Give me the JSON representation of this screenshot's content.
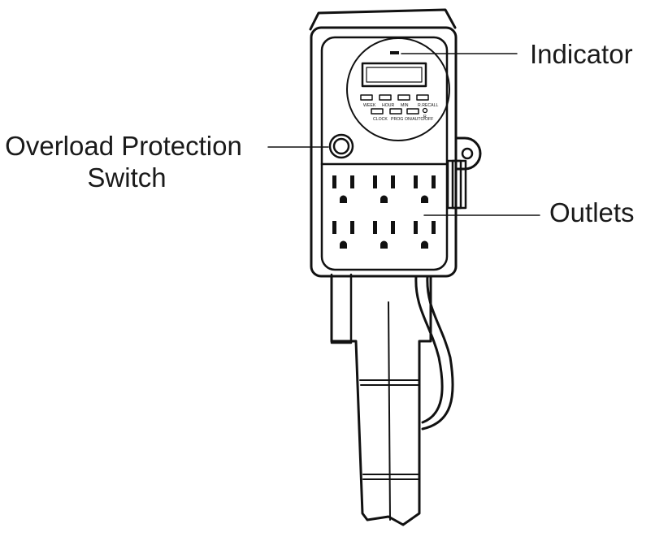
{
  "callouts": {
    "indicator": "Indicator",
    "overload_line1": "Overload Protection",
    "overload_line2": "Switch",
    "outlets": "Outlets"
  },
  "timer_buttons": {
    "row1": [
      "WEEK",
      "HOUR",
      "MIN",
      "R.RECALL"
    ],
    "row2": [
      "CLOCK",
      "PROG",
      "ON/AUTO/OFF"
    ],
    "reset": "R"
  },
  "outlet_grid": {
    "rows": 2,
    "cols": 3
  },
  "colors": {
    "ink": "#111111",
    "background": "#ffffff"
  }
}
